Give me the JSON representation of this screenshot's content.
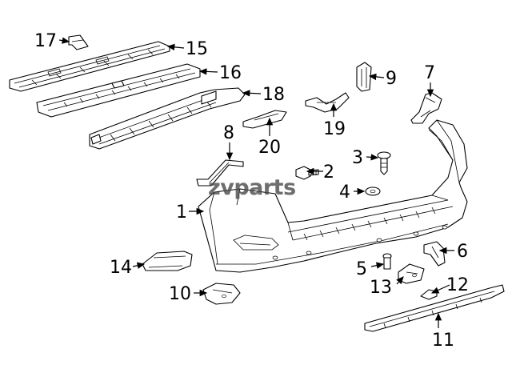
{
  "watermark": "zvparts",
  "callouts": {
    "c1": "1",
    "c2": "2",
    "c3": "3",
    "c4": "4",
    "c5": "5",
    "c6": "6",
    "c7": "7",
    "c8": "8",
    "c9": "9",
    "c10": "10",
    "c11": "11",
    "c12": "12",
    "c13": "13",
    "c14": "14",
    "c15": "15",
    "c16": "16",
    "c17": "17",
    "c18": "18",
    "c19": "19",
    "c20": "20"
  }
}
